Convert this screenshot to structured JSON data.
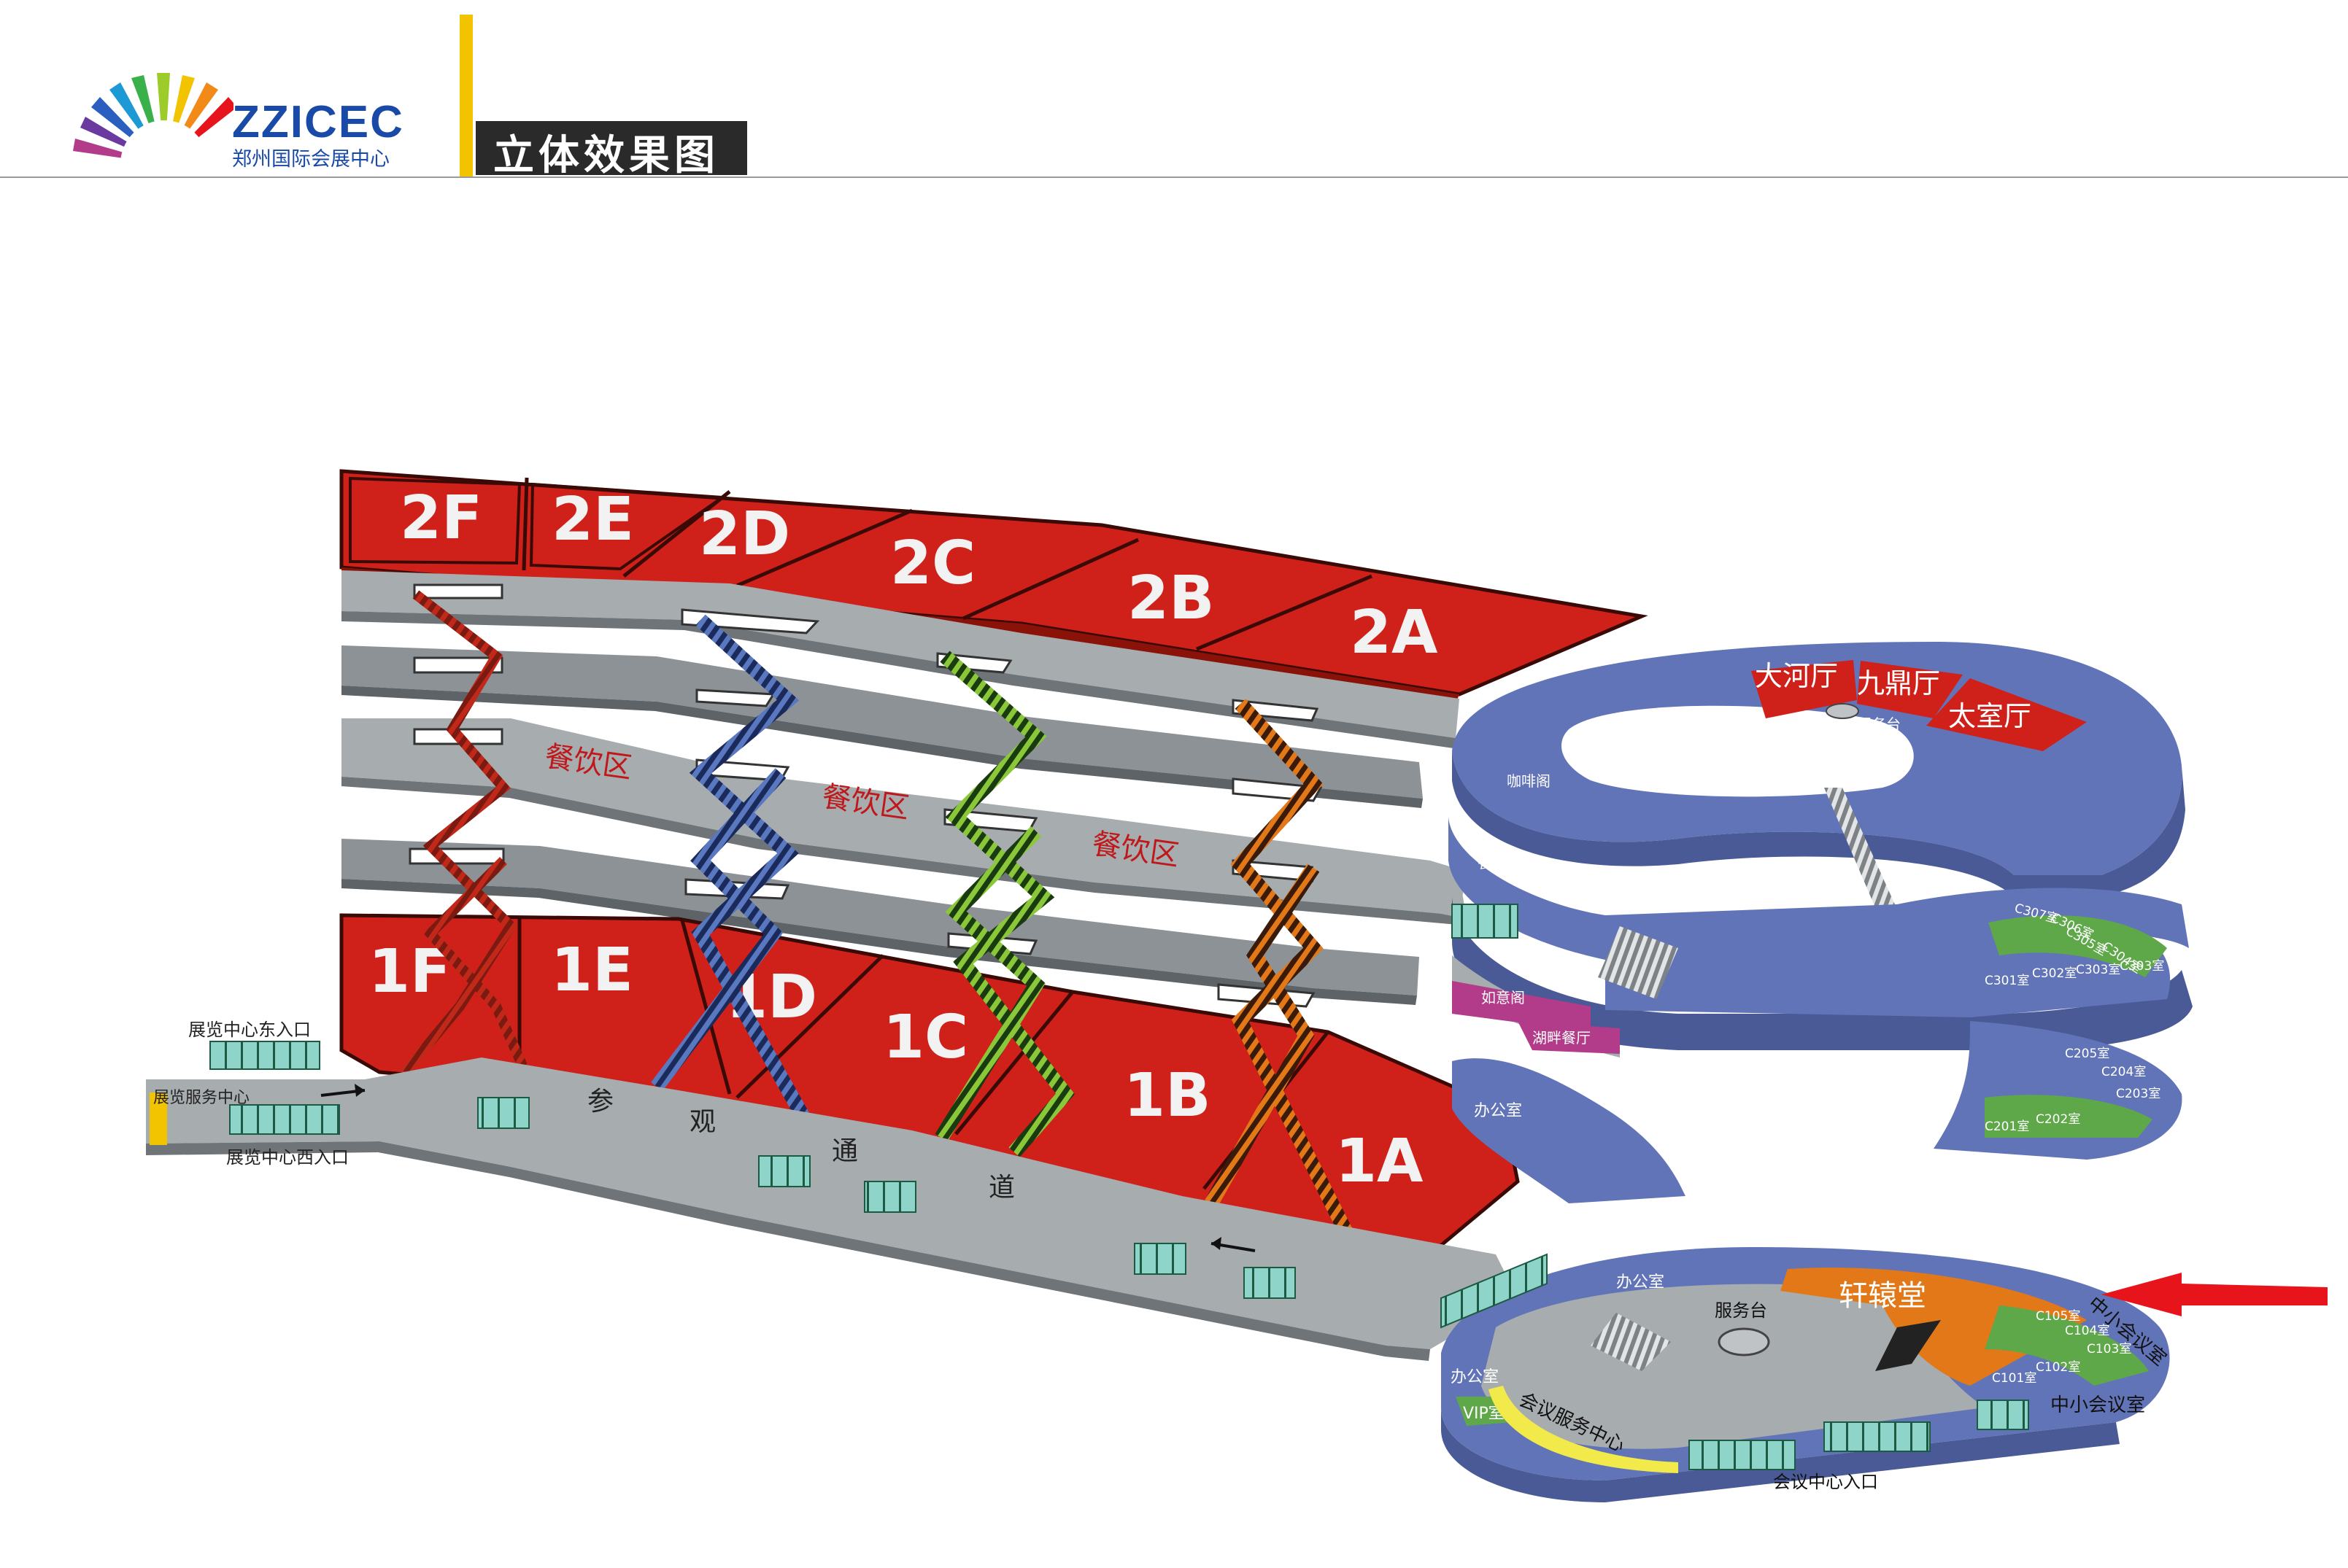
{
  "header": {
    "logo_name": "ZZICEC",
    "logo_subtitle": "郑州国际会展中心",
    "title": "立体效果图"
  },
  "upper_halls": [
    "2F",
    "2E",
    "2D",
    "2C",
    "2B",
    "2A"
  ],
  "lower_halls": [
    "1F",
    "1E",
    "1D",
    "1C",
    "1B",
    "1A"
  ],
  "dining": [
    "餐饮区",
    "餐饮区",
    "餐饮区"
  ],
  "corridor": [
    "参",
    "观",
    "通",
    "道"
  ],
  "exhibition": {
    "east_entrance": "展览中心东入口",
    "west_entrance": "展览中心西入口",
    "service_center": "展览服务中心"
  },
  "level3": {
    "halls": [
      "大河厅",
      "九鼎厅",
      "太室厅"
    ],
    "service_desk": "服务台",
    "cafe": "咖啡阁"
  },
  "level2": {
    "private_rooms": "餐厅包间",
    "ruyi": "如意阁",
    "lakeside": "湖畔餐厅",
    "rooms_upper": [
      "C307室",
      "C306室",
      "C305室",
      "C304室",
      "C303室",
      "C302室",
      "C303室",
      "C301室"
    ],
    "office": "办公室",
    "rooms_lower": [
      "C205室",
      "C204室",
      "C203室",
      "C202室",
      "C201室"
    ]
  },
  "level1": {
    "office_top": "办公室",
    "service_desk": "服务台",
    "xuanyuan": "轩辕堂",
    "office_left": "办公室",
    "vip": "VIP室",
    "service_center": "会议服务中心",
    "small_rooms_top": "中小会议室",
    "small_rooms_bottom": "中小会议室",
    "rooms": [
      "C105室",
      "C104室",
      "C103室",
      "C102室",
      "C101室"
    ],
    "entrance": "会议中心入口"
  },
  "colors": {
    "hall_red": "#d0201a",
    "floor_gray": "#a7acaf",
    "floor_dark": "#8c9296",
    "conference_blue": "#6274b8",
    "orange": "#e37818",
    "green": "#5ea84a",
    "magenta": "#b23b8a",
    "arrow_red": "#e8141b"
  }
}
